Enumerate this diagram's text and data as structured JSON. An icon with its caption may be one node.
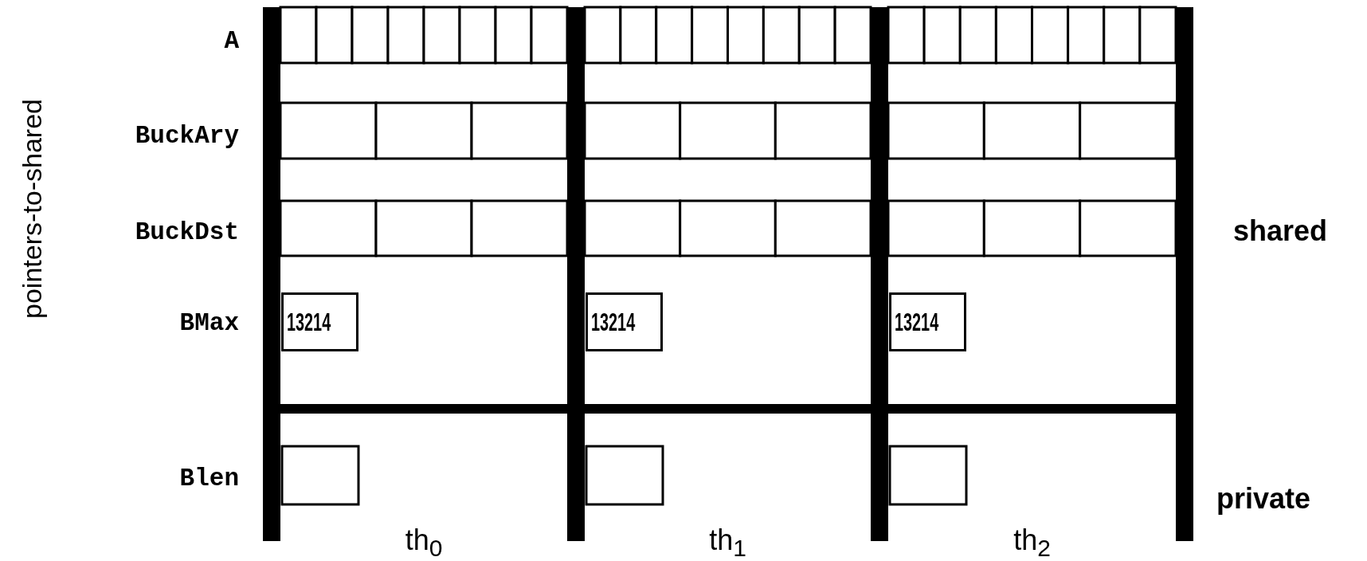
{
  "diagram": {
    "nodes": [
      {
        "text": [
          "13214"
        ]
      },
      {
        "text": [
          "13214"
        ]
      },
      {
        "text": [
          "13214"
        ]
      }
    ],
    "labels": [
      "pointers-to-shared",
      "A",
      "BuckAry",
      "BuckDst",
      "shared",
      "BMax",
      "Blen",
      "private",
      "th$_{0}$",
      "th$_{1}$",
      "th$_{2}$"
    ]
  }
}
